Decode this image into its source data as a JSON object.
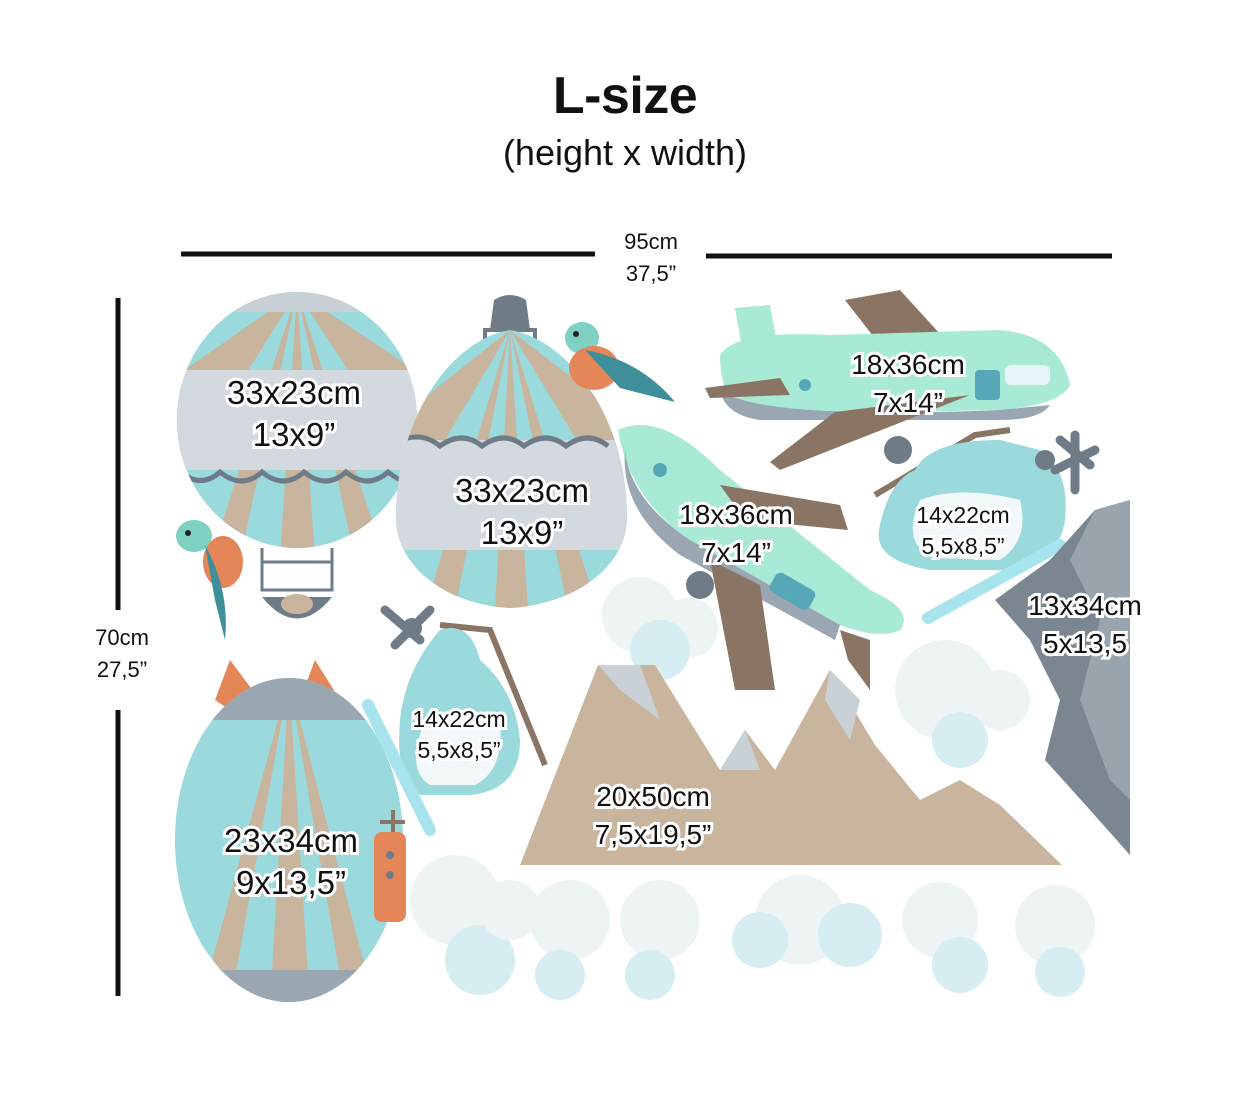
{
  "header": {
    "title": "L-size",
    "subtitle": "(height x width)"
  },
  "dimensions": {
    "width_cm": "95cm",
    "width_in": "37,5”",
    "height_cm": "70cm",
    "height_in": "27,5”"
  },
  "stickers": [
    {
      "name": "balloon-left",
      "cm": "33x23cm",
      "in": "13x9”"
    },
    {
      "name": "balloon-middle",
      "cm": "33x23cm",
      "in": "13x9”"
    },
    {
      "name": "plane-top",
      "cm": "18x36cm",
      "in": "7x14”"
    },
    {
      "name": "plane-diagonal",
      "cm": "18x36cm",
      "in": "7x14”"
    },
    {
      "name": "helicopter-right",
      "cm": "14x22cm",
      "in": "5,5x8,5”"
    },
    {
      "name": "mountain-right",
      "cm": "13x34cm",
      "in": "5x13,5"
    },
    {
      "name": "helicopter-left",
      "cm": "14x22cm",
      "in": "5,5x8,5”"
    },
    {
      "name": "mountains-bottom",
      "cm": "20x50cm",
      "in": "7,5x19,5”"
    },
    {
      "name": "airship",
      "cm": "23x34cm",
      "in": "9x13,5”"
    }
  ],
  "colors": {
    "teal": "#9ad9dc",
    "mint": "#a8ead5",
    "tan": "#c9b49e",
    "brown": "#8a7565",
    "grey": "#c9d0d6",
    "slate": "#6f7c88",
    "orange": "#e58658",
    "cloud": "#eef3f3"
  }
}
